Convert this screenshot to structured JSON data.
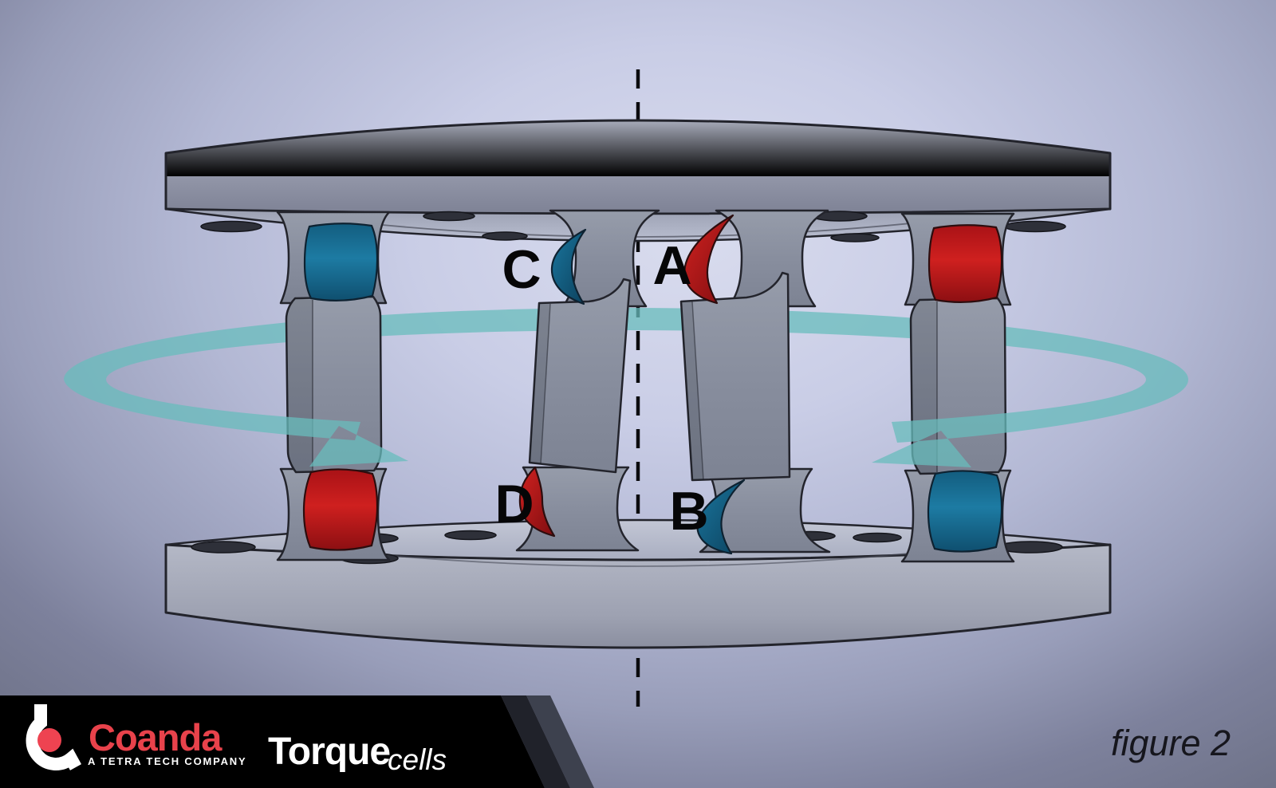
{
  "diagram": {
    "title_hint": "torque cell strain gauge arrangement between two flanges",
    "cells": [
      {
        "label": "A",
        "position": "top-center-right",
        "color": "#c11a1d"
      },
      {
        "label": "B",
        "position": "bottom-center-right",
        "color": "#17688d"
      },
      {
        "label": "C",
        "position": "top-center-left",
        "color": "#17688d"
      },
      {
        "label": "D",
        "position": "bottom-center-left",
        "color": "#c11a1d"
      }
    ],
    "colors": {
      "tension_red": "#c11a1d",
      "compression_blue": "#17688d",
      "rotation_arrow_teal": "#68bcbc",
      "metal_gray": "#9aa0b0",
      "outline": "#23242c"
    },
    "centerline_style": "vertical dashed"
  },
  "branding": {
    "company": "Coanda",
    "tagline": "A TETRA TECH COMPANY",
    "product": "Torque",
    "product_suffix": "cells",
    "logo_icon": "coanda-logo",
    "accent_color": "#e8424b",
    "banner_color": "#000000"
  },
  "caption": {
    "text": "figure 2"
  }
}
